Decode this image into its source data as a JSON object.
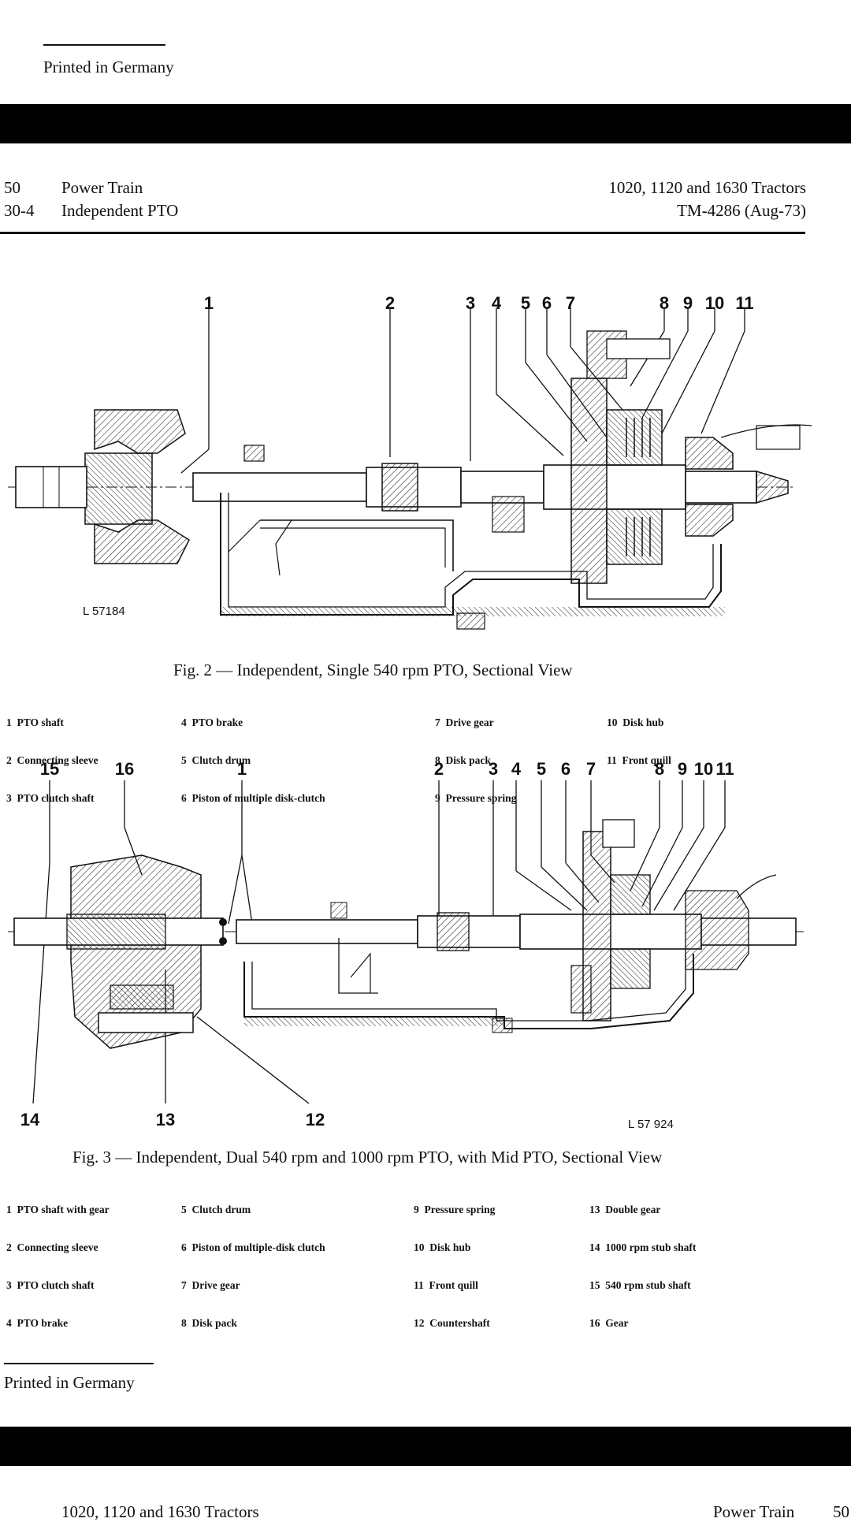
{
  "top_printed_note": "Printed in Germany",
  "page_header": {
    "left_numbers": [
      "50",
      "30-4"
    ],
    "left_titles": [
      "Power Train",
      "Independent PTO"
    ],
    "right_lines": [
      "1020, 1120 and 1630 Tractors",
      "TM-4286 (Aug-73)"
    ]
  },
  "figure2": {
    "callouts": [
      "1",
      "2",
      "3",
      "4",
      "5",
      "6",
      "7",
      "8",
      "9",
      "10",
      "11"
    ],
    "code": "L 57184",
    "caption": "Fig. 2 — Independent, Single 540 rpm  PTO,  Sectional View",
    "legend": [
      [
        "1  PTO shaft",
        "2  Connecting sleeve",
        "3  PTO clutch shaft"
      ],
      [
        "4  PTO brake",
        "5  Clutch drum",
        "6  Piston of multiple disk-clutch"
      ],
      [
        "7  Drive gear",
        "8  Disk pack",
        "9  Pressure spring"
      ],
      [
        "10  Disk hub",
        "11  Front quill"
      ]
    ]
  },
  "figure3": {
    "callouts_top": [
      "15",
      "16",
      "1",
      "2",
      "3",
      "4",
      "5",
      "6",
      "7",
      "8",
      "9",
      "10",
      "11"
    ],
    "callouts_bottom": [
      "14",
      "13",
      "12"
    ],
    "code": "L 57 924",
    "caption": "Fig. 3 — Independent, Dual 540 rpm and 1000 rpm PTO, with Mid PTO, Sectional View",
    "legend": [
      [
        "1  PTO shaft with gear",
        "2  Connecting sleeve",
        "3  PTO clutch shaft",
        "4  PTO brake"
      ],
      [
        "5  Clutch drum",
        "6  Piston of multiple-disk clutch",
        "7  Drive gear",
        "8  Disk pack"
      ],
      [
        "9  Pressure spring",
        "10  Disk hub",
        "11  Front quill",
        "12  Countershaft"
      ],
      [
        "13  Double gear",
        "14  1000 rpm stub shaft",
        "15  540 rpm stub shaft",
        "16  Gear"
      ]
    ]
  },
  "bottom_printed_note": "Printed in Germany",
  "next_page_header": {
    "left": "1020, 1120 and 1630 Tractors",
    "right": "Power Train",
    "right_number": "50"
  }
}
